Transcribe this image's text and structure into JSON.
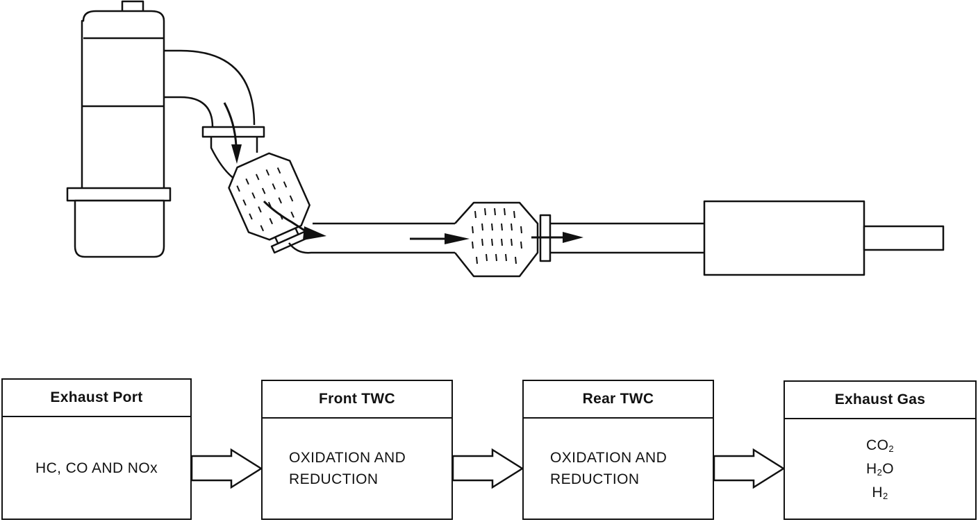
{
  "stages": [
    {
      "title": "Exhaust Port",
      "lines": [
        "HC, CO AND NOx"
      ]
    },
    {
      "title": "Front TWC",
      "lines": [
        "OXIDATION AND",
        "REDUCTION"
      ]
    },
    {
      "title": "Rear TWC",
      "lines": [
        "OXIDATION AND",
        "REDUCTION"
      ]
    },
    {
      "title": "Exhaust Gas",
      "formulas": [
        {
          "base": "CO",
          "sub": "2",
          "tail": ""
        },
        {
          "base": "H",
          "sub": "2",
          "tail": "O"
        },
        {
          "base": "H",
          "sub": "2",
          "tail": ""
        }
      ]
    }
  ],
  "colors": {
    "stroke": "#111111",
    "background": "#ffffff"
  }
}
